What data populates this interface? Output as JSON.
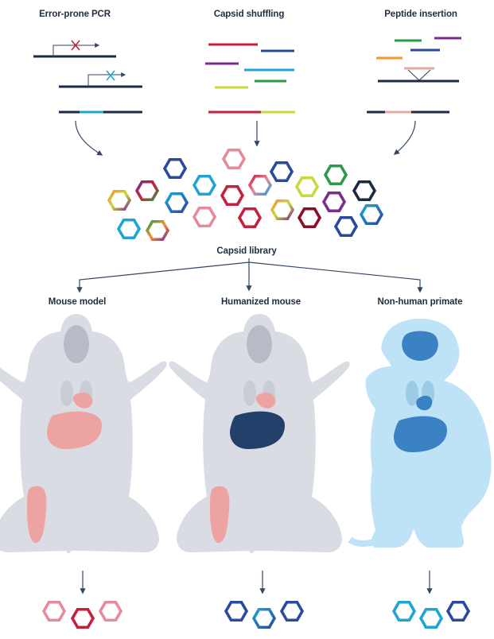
{
  "methods": {
    "error_prone_pcr": "Error-prone PCR",
    "capsid_shuffling": "Capsid shuffling",
    "peptide_insertion": "Peptide insertion"
  },
  "library": {
    "label": "Capsid library"
  },
  "models": {
    "mouse_model": "Mouse model",
    "humanized_mouse": "Humanized mouse",
    "non_human_primate": "Non-human primate"
  },
  "colors": {
    "dark_navy": "#1d2a44",
    "mouse_body": "#d9dce3",
    "mouse_organ_highlight": "#eea3a3",
    "humanized_liver": "#22406a",
    "primate_body": "#bfe3f6",
    "primate_organ": "#3b82c4",
    "cyan": "#1fa4d6",
    "red": "#c4213f",
    "blue": "#2b4a9c",
    "green": "#2b9a4a",
    "purple": "#7a2d8c",
    "orange": "#f2962e",
    "lime": "#c9d93a",
    "pink": "#e58b9b"
  }
}
